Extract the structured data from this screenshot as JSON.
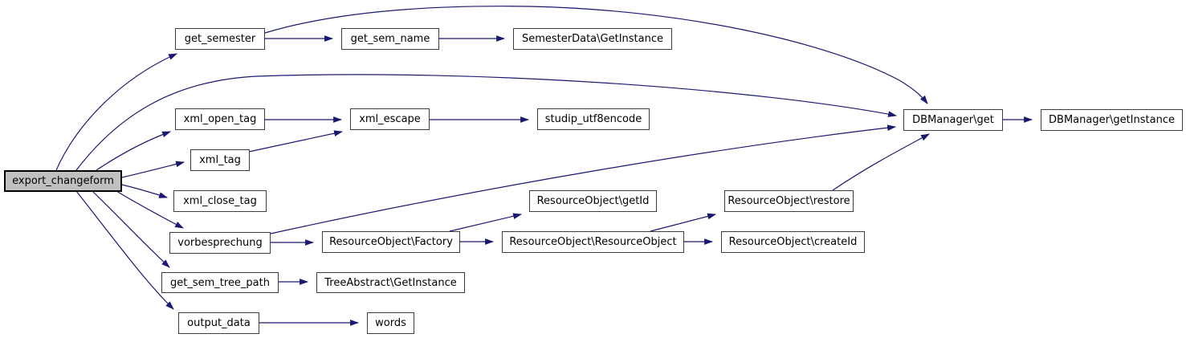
{
  "diagram": {
    "type": "call-graph",
    "selected_node": "export_changeform",
    "colors": {
      "edge": "#191970",
      "node_border": "#3d3d3d",
      "node_fill": "#ffffff",
      "selected_node_fill": "#c0c0c0",
      "background": "#ffffff"
    },
    "nodes": [
      {
        "id": "export_changeform",
        "label": "export_changeform"
      },
      {
        "id": "get_semester",
        "label": "get_semester"
      },
      {
        "id": "get_sem_name",
        "label": "get_sem_name"
      },
      {
        "id": "semesterdata_getinstance",
        "label": "SemesterData\\GetInstance"
      },
      {
        "id": "xml_open_tag",
        "label": "xml_open_tag"
      },
      {
        "id": "xml_escape",
        "label": "xml_escape"
      },
      {
        "id": "studip_utf8encode",
        "label": "studip_utf8encode"
      },
      {
        "id": "xml_tag",
        "label": "xml_tag"
      },
      {
        "id": "xml_close_tag",
        "label": "xml_close_tag"
      },
      {
        "id": "vorbesprechung",
        "label": "vorbesprechung"
      },
      {
        "id": "resourceobject_factory",
        "label": "ResourceObject\\Factory"
      },
      {
        "id": "resourceobject_getid",
        "label": "ResourceObject\\getId"
      },
      {
        "id": "resourceobject_resourceobject",
        "label": "ResourceObject\\ResourceObject"
      },
      {
        "id": "resourceobject_restore",
        "label": "ResourceObject\\restore"
      },
      {
        "id": "resourceobject_createid",
        "label": "ResourceObject\\createId"
      },
      {
        "id": "get_sem_tree_path",
        "label": "get_sem_tree_path"
      },
      {
        "id": "treeabstract_getinstance",
        "label": "TreeAbstract\\GetInstance"
      },
      {
        "id": "output_data",
        "label": "output_data"
      },
      {
        "id": "words",
        "label": "words"
      },
      {
        "id": "dbmanager_get",
        "label": "DBManager\\get"
      },
      {
        "id": "dbmanager_getinstance",
        "label": "DBManager\\getInstance"
      }
    ],
    "edges": [
      {
        "from": "export_changeform",
        "to": "get_semester"
      },
      {
        "from": "export_changeform",
        "to": "dbmanager_get"
      },
      {
        "from": "export_changeform",
        "to": "xml_open_tag"
      },
      {
        "from": "export_changeform",
        "to": "xml_tag"
      },
      {
        "from": "export_changeform",
        "to": "xml_close_tag"
      },
      {
        "from": "export_changeform",
        "to": "vorbesprechung"
      },
      {
        "from": "export_changeform",
        "to": "get_sem_tree_path"
      },
      {
        "from": "export_changeform",
        "to": "output_data"
      },
      {
        "from": "get_semester",
        "to": "get_sem_name"
      },
      {
        "from": "get_semester",
        "to": "dbmanager_get"
      },
      {
        "from": "get_sem_name",
        "to": "semesterdata_getinstance"
      },
      {
        "from": "xml_open_tag",
        "to": "xml_escape"
      },
      {
        "from": "xml_tag",
        "to": "xml_escape"
      },
      {
        "from": "xml_escape",
        "to": "studip_utf8encode"
      },
      {
        "from": "vorbesprechung",
        "to": "resourceobject_factory"
      },
      {
        "from": "vorbesprechung",
        "to": "dbmanager_get"
      },
      {
        "from": "resourceobject_factory",
        "to": "resourceobject_getid"
      },
      {
        "from": "resourceobject_factory",
        "to": "resourceobject_resourceobject"
      },
      {
        "from": "resourceobject_resourceobject",
        "to": "resourceobject_restore"
      },
      {
        "from": "resourceobject_resourceobject",
        "to": "resourceobject_createid"
      },
      {
        "from": "resourceobject_restore",
        "to": "dbmanager_get"
      },
      {
        "from": "get_sem_tree_path",
        "to": "treeabstract_getinstance"
      },
      {
        "from": "output_data",
        "to": "words"
      },
      {
        "from": "dbmanager_get",
        "to": "dbmanager_getinstance"
      }
    ]
  }
}
